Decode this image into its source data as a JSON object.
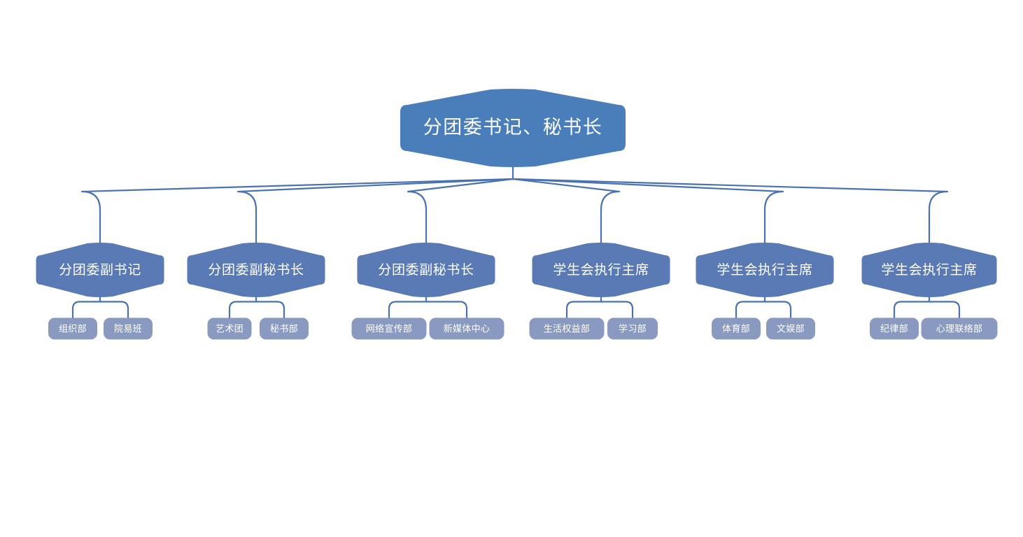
{
  "diagram": {
    "type": "organization-chart",
    "title": "分团委书记、秘书长",
    "background_color": "#ffffff",
    "colors": {
      "root_fill": "#4a7ebb",
      "level2_fill": "#5a7ab5",
      "level3_fill": "#8a99c0",
      "connector": "#4a72b0",
      "label_text": "#ffffff"
    },
    "root": {
      "label": "分团委书记、秘书长",
      "shape": "hexagon"
    },
    "branches": [
      {
        "label": "分团委副书记",
        "shape": "hexagon",
        "children": [
          {
            "label": "组织部",
            "shape": "rounded-rect"
          },
          {
            "label": "院易班",
            "shape": "rounded-rect"
          }
        ]
      },
      {
        "label": "分团委副秘书长",
        "shape": "hexagon",
        "children": [
          {
            "label": "艺术团",
            "shape": "rounded-rect"
          },
          {
            "label": "秘书部",
            "shape": "rounded-rect"
          }
        ]
      },
      {
        "label": "分团委副秘书长",
        "shape": "hexagon",
        "children": [
          {
            "label": "网络宣传部",
            "shape": "rounded-rect"
          },
          {
            "label": "新媒体中心",
            "shape": "rounded-rect"
          }
        ]
      },
      {
        "label": "学生会执行主席",
        "shape": "hexagon",
        "children": [
          {
            "label": "生活权益部",
            "shape": "rounded-rect"
          },
          {
            "label": "学习部",
            "shape": "rounded-rect"
          }
        ]
      },
      {
        "label": "学生会执行主席",
        "shape": "hexagon",
        "children": [
          {
            "label": "体育部",
            "shape": "rounded-rect"
          },
          {
            "label": "文娱部",
            "shape": "rounded-rect"
          }
        ]
      },
      {
        "label": "学生会执行主席",
        "shape": "hexagon",
        "children": [
          {
            "label": "纪律部",
            "shape": "rounded-rect"
          },
          {
            "label": "心理联络部",
            "shape": "rounded-rect"
          }
        ]
      }
    ]
  }
}
